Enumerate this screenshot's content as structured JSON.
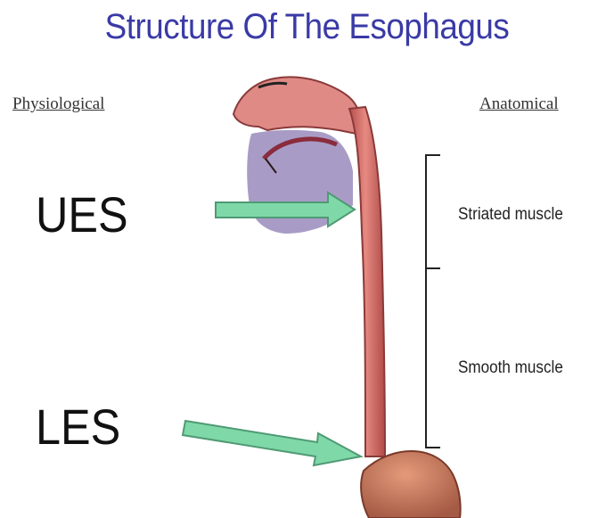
{
  "title": "Structure Of The Esophagus",
  "columns": {
    "left_heading": "Physiological",
    "right_heading": "Anatomical"
  },
  "sphincters": {
    "upper": "UES",
    "lower": "LES"
  },
  "muscle_regions": {
    "upper": "Striated muscle",
    "lower": "Smooth muscle"
  },
  "colors": {
    "title": "#3a3aa6",
    "tissue": "#d9756e",
    "cavity": "#a89cc6",
    "arrow": "#7fd8a8"
  }
}
